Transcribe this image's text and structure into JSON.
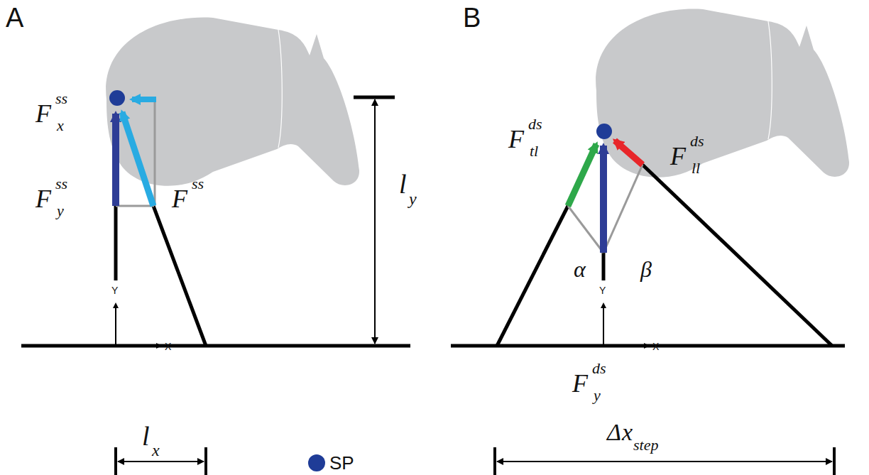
{
  "diagram": {
    "labels": [
      "A",
      "B",
      "F",
      "ss",
      "x",
      "F",
      "ss",
      "F",
      "ss",
      "y",
      "l",
      "y",
      "l",
      "x",
      "F",
      "ds",
      "tl",
      "F",
      "ds",
      "ll",
      "α",
      "β",
      "Y",
      "X",
      "Y",
      "X",
      "F",
      "ds",
      "y",
      "Δ",
      "x",
      "step"
    ],
    "legend": [
      {
        "text": "SP",
        "color": "#1f3c97"
      }
    ]
  }
}
